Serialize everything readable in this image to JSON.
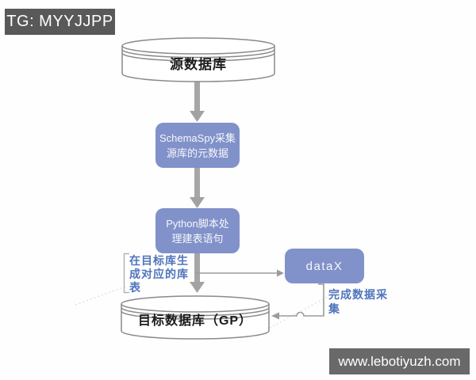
{
  "badges": {
    "tg": "TG: MYYJJPP",
    "website": "www.lebotiyuzh.com"
  },
  "nodes": {
    "source_db": {
      "label": "源数据库",
      "shape": "cylinder"
    },
    "schemaspy": {
      "line1": "SchemaSpy采集",
      "line2": "源库的元数据"
    },
    "python": {
      "line1": "Python脚本处",
      "line2": "理建表语句"
    },
    "datax": {
      "label": "dataX"
    },
    "target_db": {
      "label": "目标数据库（GP）",
      "shape": "cylinder"
    }
  },
  "annotations": {
    "create_tables": "在目标库生成对应的库表",
    "complete_collection": "完成数据采集"
  },
  "flow": [
    "源数据库 → SchemaSpy采集源库的元数据",
    "SchemaSpy采集源库的元数据 → Python脚本处理建表语句",
    "Python脚本处理建表语句 → 目标数据库（GP）",
    "Python脚本处理建表语句 → dataX",
    "dataX → 目标数据库（GP）"
  ],
  "colors": {
    "process_box": "#8191C9",
    "annotation_text": "#4F74BC",
    "arrow_gray": "#A6A6A6",
    "connector_gray": "#9B9B9B",
    "cylinder_stroke": "#8A8A8A",
    "tg_badge_bg": "#595959",
    "website_badge_bg": "#696969"
  }
}
